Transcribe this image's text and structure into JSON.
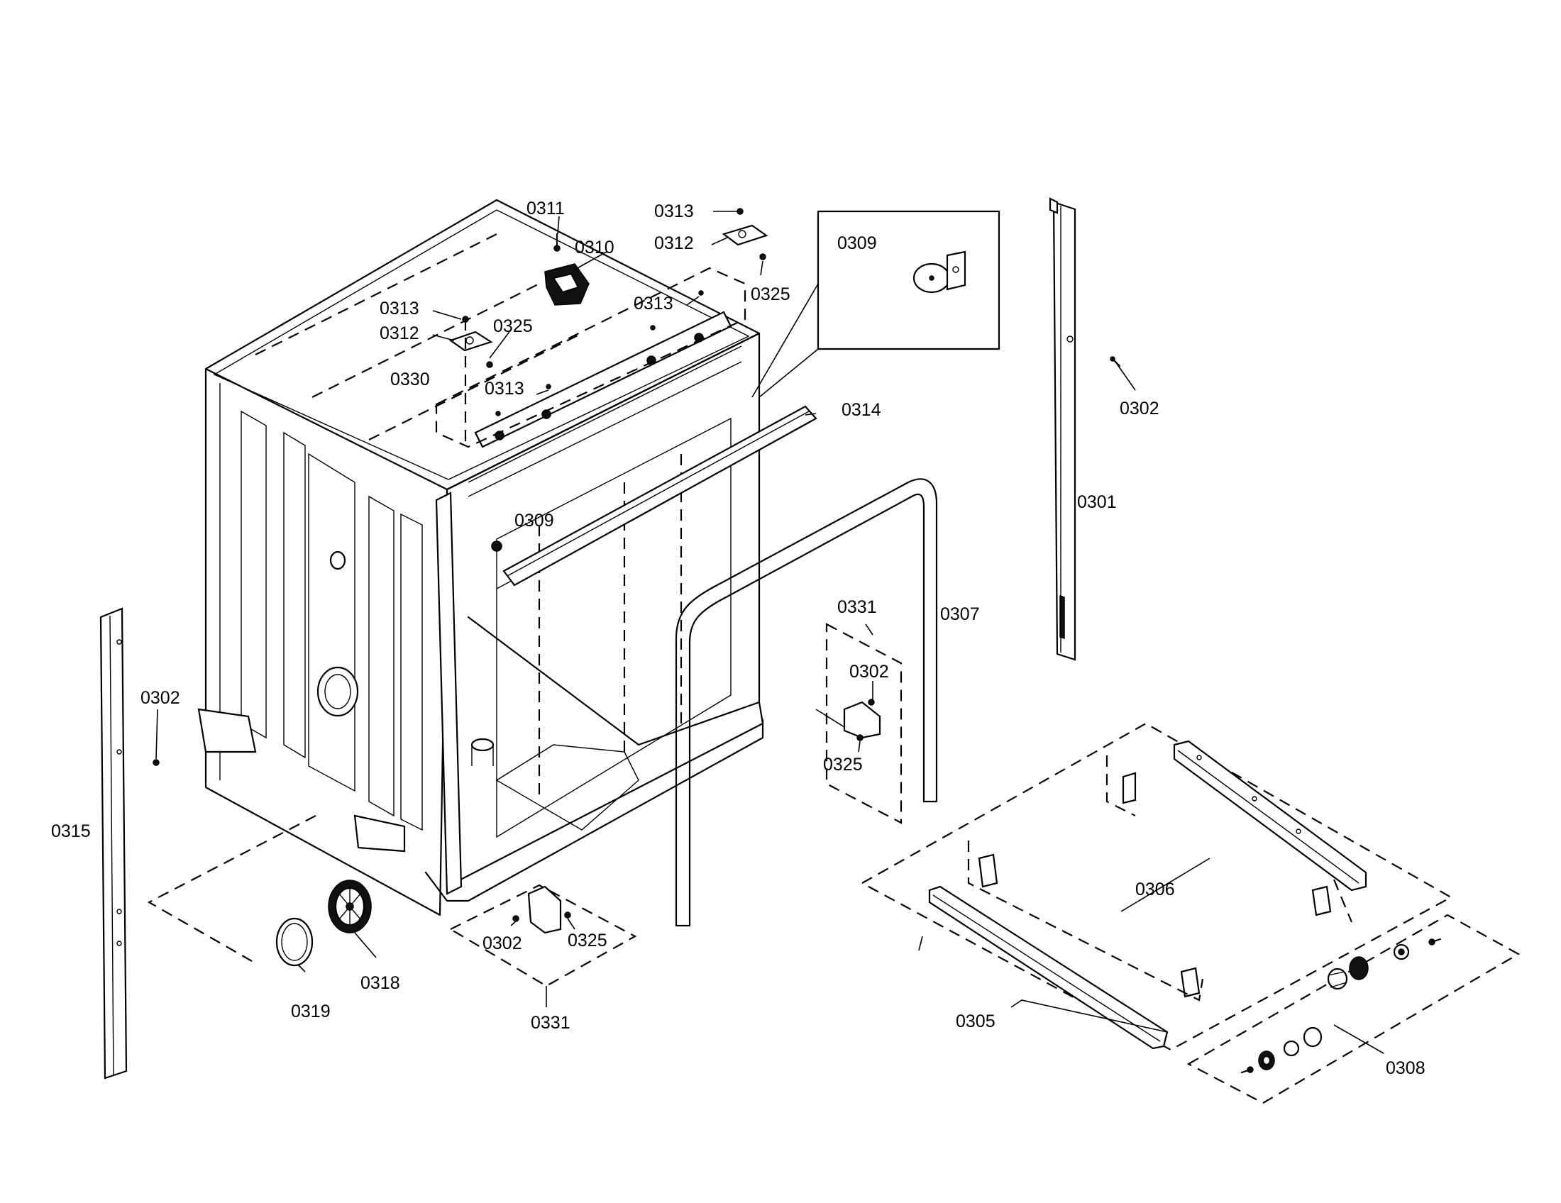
{
  "labels": {
    "l0311": "0311",
    "l0310": "0310",
    "l0313a": "0313",
    "l0312a": "0312",
    "l0325a": "0325",
    "l0313b": "0313",
    "l0312b": "0312",
    "l0325b": "0325",
    "l0313c": "0313",
    "l0313d": "0313",
    "l0330": "0330",
    "l0309a": "0309",
    "l0309b": "0309",
    "l0314": "0314",
    "l0302a": "0302",
    "l0301": "0301",
    "l0307": "0307",
    "l0331a": "0331",
    "l0302b": "0302",
    "l0325c": "0325",
    "l0302c": "0302",
    "l0315": "0315",
    "l0318": "0318",
    "l0319": "0319",
    "l0302d": "0302",
    "l0325d": "0325",
    "l0331b": "0331",
    "l0306": "0306",
    "l0305": "0305",
    "l0308": "0308"
  }
}
